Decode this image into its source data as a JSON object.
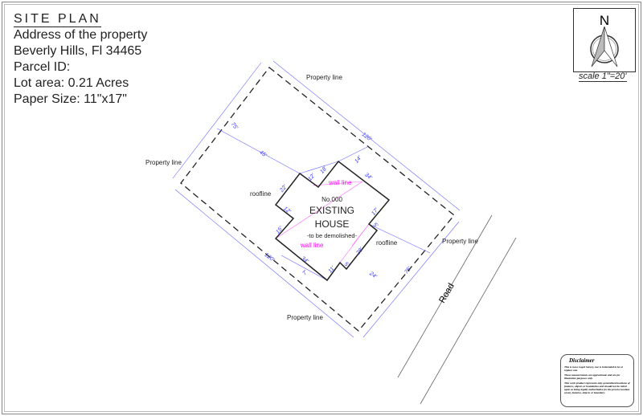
{
  "header": {
    "title": "SITE PLAN",
    "lines": [
      "Address of the property",
      "Beverly Hills, Fl 34465",
      "Parcel ID:",
      "Lot area: 0.21 Acres",
      "Paper Size: 11\"x17\""
    ]
  },
  "compass": {
    "label": "N",
    "scale": "scale 1\"=20'"
  },
  "plan": {
    "property_line_label": "Property line",
    "roofline_label": "roofline",
    "wall_line_label": "wall line",
    "house": {
      "number": "No.000",
      "line1": "EXISTING",
      "line2": "HOUSE",
      "note": "-to be demolished-"
    },
    "road": "Road",
    "dimensions": [
      "75'",
      "120'",
      "45'",
      "12'",
      "18'",
      "14'",
      "34'",
      "22'",
      "12'",
      "17'",
      "5'",
      "15'",
      "28'",
      "34'",
      "7'",
      "11'",
      "5'",
      "24'",
      "75'",
      "120'"
    ]
  },
  "disclaimer": {
    "title": "Disclaimer",
    "paragraphs": [
      "This is not a Legal Survey, nor is it intended to be or replace one.",
      "These measurements are approximate and are for illustrative purposes only.",
      "This work product represents only generalized locations of features, objects or boundaries and should not be relied upon as being legally authoritative for the precise location of any features, objects or boundary."
    ]
  },
  "colors": {
    "dimension": "#3b3bff",
    "wall_line": "#ff00ff",
    "lines": "#222222"
  }
}
